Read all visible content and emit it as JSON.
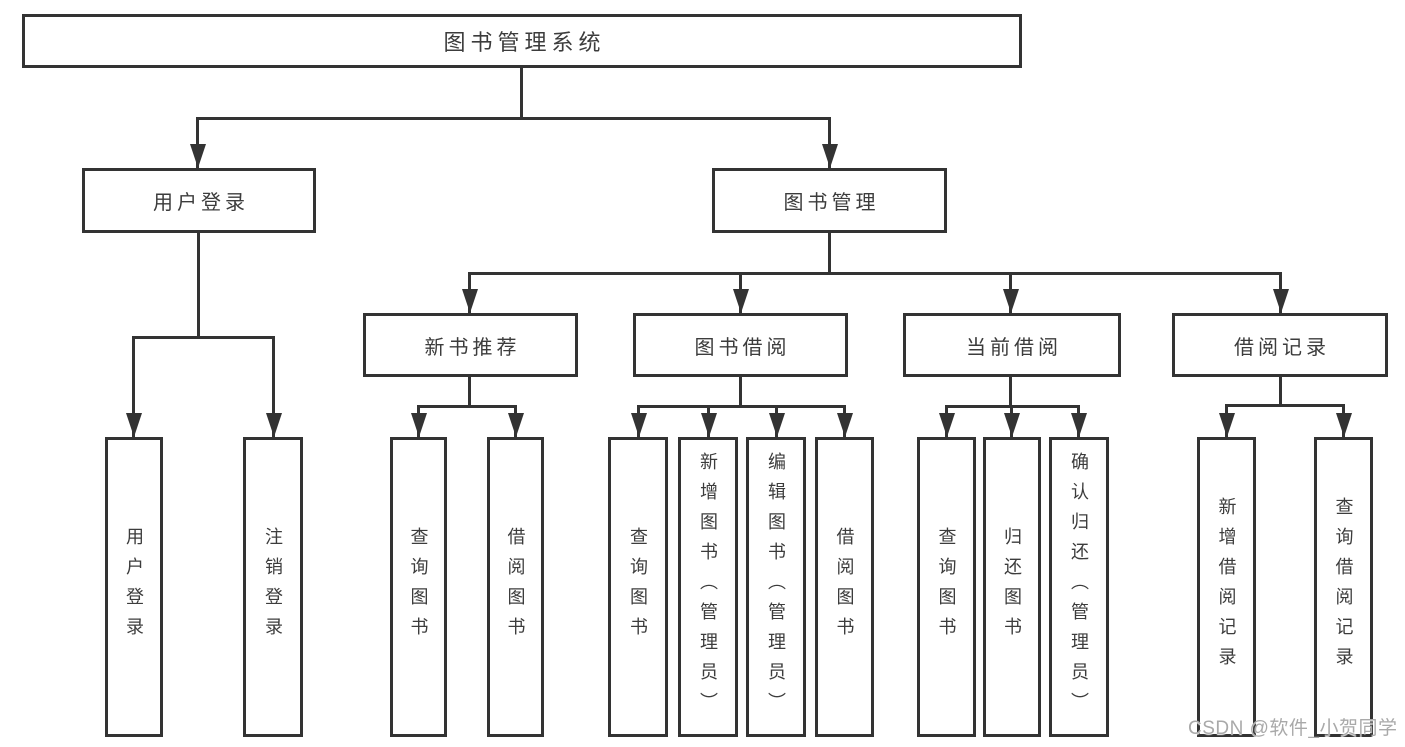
{
  "diagram": {
    "title": "图书管理系统",
    "watermark": "CSDN @软件_小贺同学",
    "colors": {
      "line": "#333333",
      "text": "#3c3c3c",
      "background": "#ffffff",
      "watermark": "#a9a9a9"
    },
    "tree": {
      "label": "图书管理系统",
      "children": [
        {
          "label": "用户登录",
          "children": [
            {
              "label": "用户登录"
            },
            {
              "label": "注销登录"
            }
          ]
        },
        {
          "label": "图书管理",
          "children": [
            {
              "label": "新书推荐",
              "children": [
                {
                  "label": "查询图书"
                },
                {
                  "label": "借阅图书"
                }
              ]
            },
            {
              "label": "图书借阅",
              "children": [
                {
                  "label": "查询图书"
                },
                {
                  "label": "新增图书（管理员）"
                },
                {
                  "label": "编辑图书（管理员）"
                },
                {
                  "label": "借阅图书"
                }
              ]
            },
            {
              "label": "当前借阅",
              "children": [
                {
                  "label": "查询图书"
                },
                {
                  "label": "归还图书"
                },
                {
                  "label": "确认归还（管理员）"
                }
              ]
            },
            {
              "label": "借阅记录",
              "children": [
                {
                  "label": "新增借阅记录"
                },
                {
                  "label": "查询借阅记录"
                }
              ]
            }
          ]
        }
      ]
    }
  }
}
